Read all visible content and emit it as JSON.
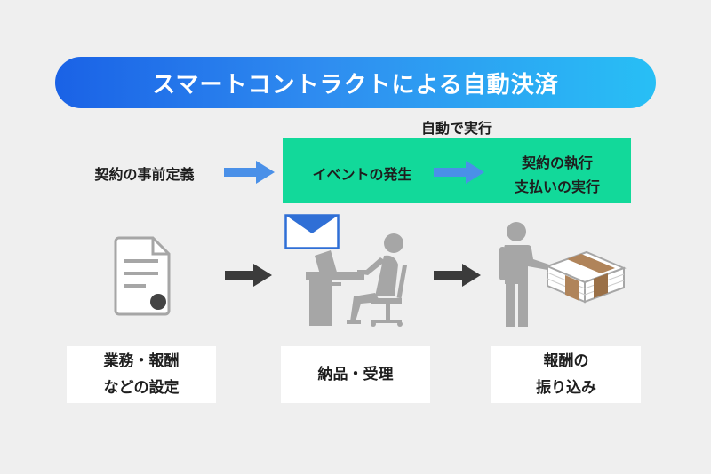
{
  "title": "スマートコントラクトによる自動決済",
  "auto_label": "自動で実行",
  "step1_label": "契約の事前定義",
  "step2_label": "イベントの発生",
  "step3_line1": "契約の執行",
  "step3_line2": "支払いの実行",
  "cards": [
    {
      "line1": "業務・報酬",
      "line2": "などの設定"
    },
    {
      "line1": "納品・受理",
      "line2": ""
    },
    {
      "line1": "報酬の",
      "line2": "振り込み"
    }
  ],
  "icons": [
    "document-icon",
    "email-icon",
    "person-at-desk-icon",
    "person-icon",
    "money-bundle-icon"
  ],
  "colors": {
    "title_gradient_start": "#1a62e6",
    "title_gradient_end": "#28bff5",
    "green_box": "#12d99a",
    "blue_arrow": "#4a90e8",
    "dark_arrow": "#3b3b3b",
    "icon_gray": "#a6a6a6"
  }
}
